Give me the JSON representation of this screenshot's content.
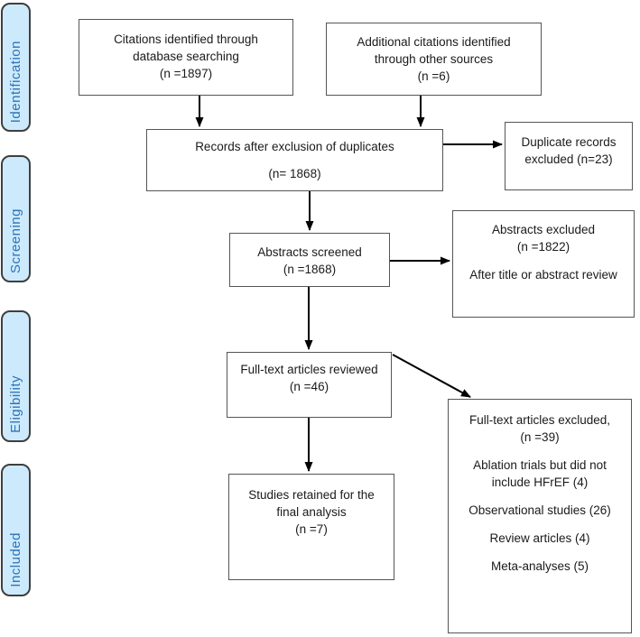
{
  "colors": {
    "background": "#ffffff",
    "stage_fill": "#cdeafd",
    "stage_border": "#3f3f3f",
    "stage_text": "#2e74b5",
    "box_fill": "#ffffff",
    "box_border": "#555555",
    "box_text": "#1a1a1a",
    "arrow": "#000000"
  },
  "stages": [
    {
      "label": "Identification"
    },
    {
      "label": "Screening"
    },
    {
      "label": "Eligibility"
    },
    {
      "label": "Included"
    }
  ],
  "boxes": {
    "citations": {
      "lines": [
        "Citations identified through",
        "database searching",
        "(n =1897)"
      ]
    },
    "additional": {
      "lines": [
        "Additional citations identified",
        "through other sources",
        "(n =6)"
      ]
    },
    "records": {
      "lines": [
        "Records after exclusion of duplicates",
        "(n= 1868)"
      ]
    },
    "duplicates": {
      "lines": [
        "Duplicate records",
        "excluded (n=23)"
      ]
    },
    "abstracts": {
      "lines": [
        "Abstracts screened",
        "(n =1868)"
      ]
    },
    "abstracts_excluded": {
      "lines": [
        "Abstracts excluded",
        "(n =1822)",
        "After title or abstract review"
      ]
    },
    "fulltext": {
      "lines": [
        "Full-text articles reviewed",
        "(n =46)"
      ]
    },
    "fulltext_excluded": {
      "lines": [
        "Full-text articles excluded,",
        "(n =39)",
        "Ablation trials but did not",
        "include HFrEF (4)",
        "Observational studies (26)",
        "Review articles (4)",
        "Meta-analyses (5)"
      ]
    },
    "studies": {
      "lines": [
        "Studies retained for the",
        "final analysis",
        "(n =7)"
      ]
    }
  }
}
